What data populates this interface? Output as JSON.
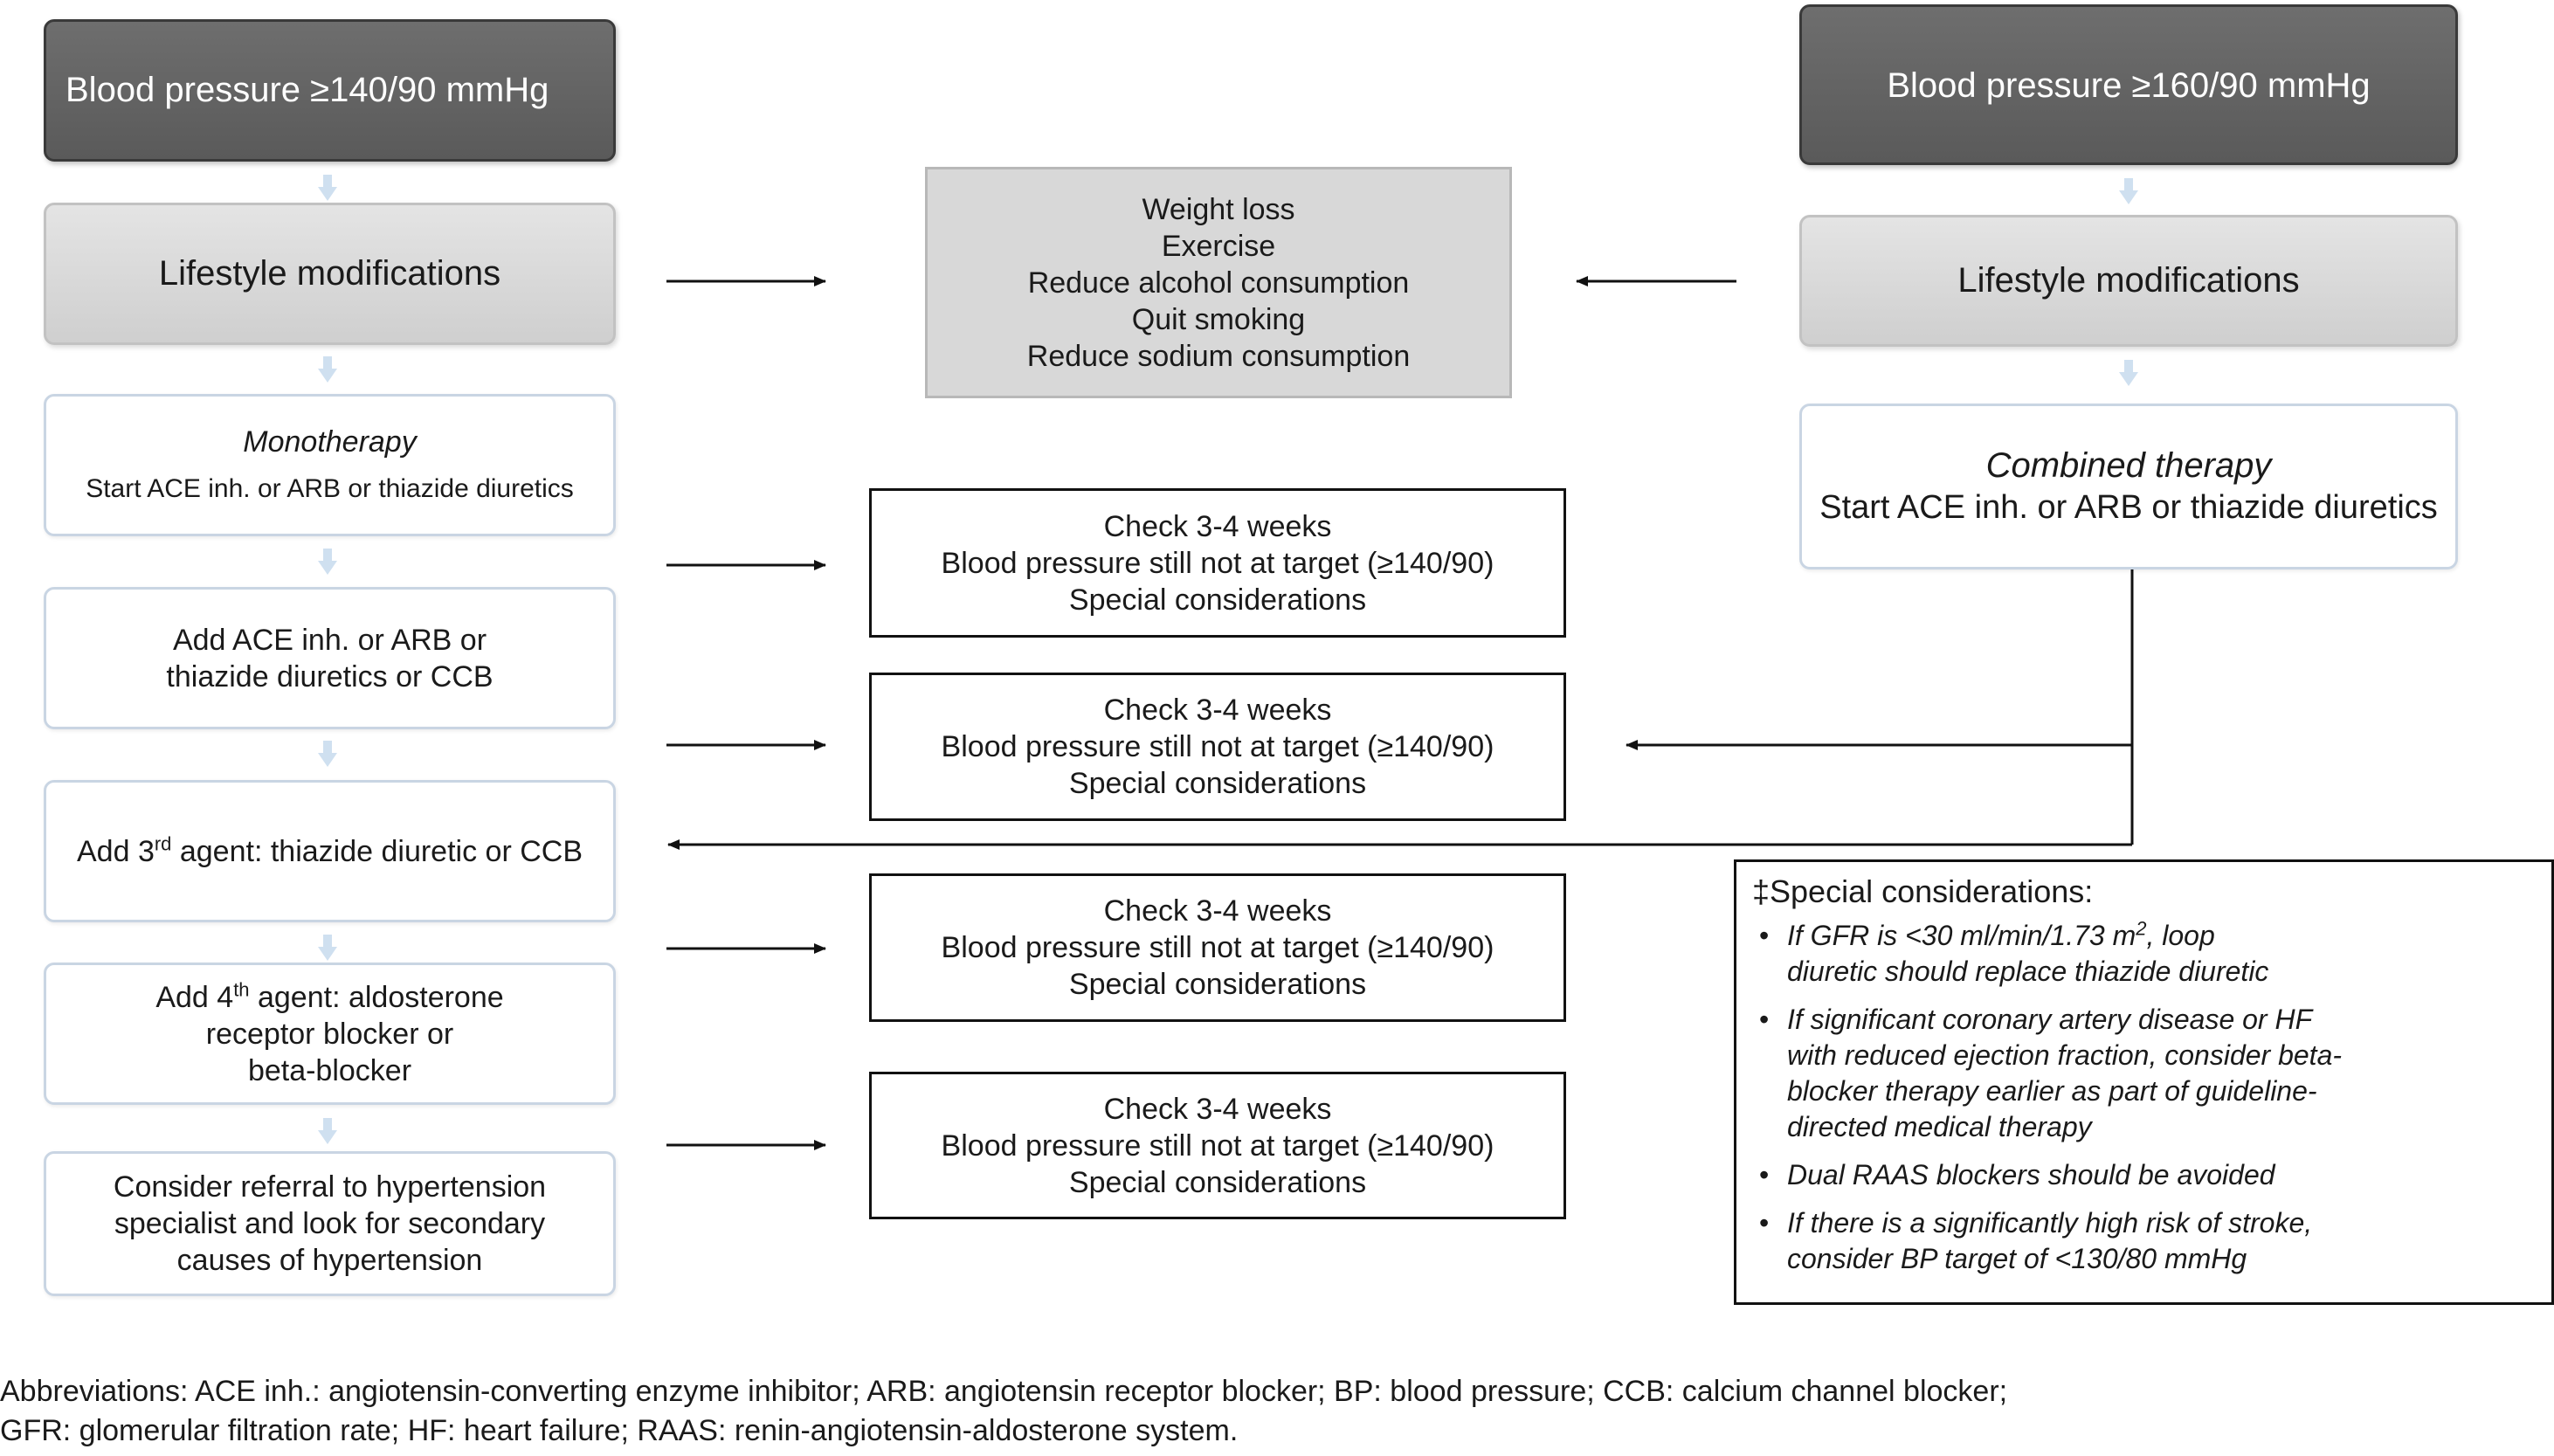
{
  "left": {
    "start": "Blood pressure ≥140/90 mmHg",
    "lifestyle": "Lifestyle modifications",
    "mono_title": "Monotherapy",
    "mono_text": "Start ACE inh. or ARB or thiazide diuretics",
    "add2_line1": "Add ACE inh. or ARB or",
    "add2_line2": "thiazide diuretics or CCB",
    "add3_pre": "Add 3",
    "add3_sup": "rd",
    "add3_post": " agent: thiazide diuretic or CCB",
    "add4_pre": "Add 4",
    "add4_sup": "th",
    "add4_post": " agent: aldosterone",
    "add4_line2": "receptor blocker or",
    "add4_line3": "beta-blocker",
    "refer_line1": "Consider referral to hypertension",
    "refer_line2": "specialist and look for secondary",
    "refer_line3": "causes of hypertension"
  },
  "center": {
    "lifestyle_items": [
      "Weight loss",
      "Exercise",
      "Reduce alcohol consumption",
      "Quit smoking",
      "Reduce sodium consumption"
    ],
    "checks": [
      {
        "l1": "Check 3-4 weeks",
        "l2": "Blood pressure still not at target (≥140/90)",
        "l3": "Special considerations"
      },
      {
        "l1": "Check 3-4 weeks",
        "l2": "Blood pressure still not at target (≥140/90)",
        "l3": "Special considerations"
      },
      {
        "l1": "Check 3-4 weeks",
        "l2": "Blood pressure still not at target (≥140/90)",
        "l3": "Special considerations"
      },
      {
        "l1": "Check 3-4 weeks",
        "l2": "Blood pressure still not at target (≥140/90)",
        "l3": "Special considerations"
      }
    ]
  },
  "right": {
    "start": "Blood pressure ≥160/90 mmHg",
    "lifestyle": "Lifestyle modifications",
    "combined_title": "Combined therapy",
    "combined_text": "Start ACE inh. or ARB or thiazide diuretics"
  },
  "special": {
    "title": "‡Special considerations:",
    "bullet_char": "•",
    "item1_pre": "If GFR is <30 ml/min/1.73 m",
    "item1_sup": "2",
    "item1_post": ", loop",
    "item1_line2": "diuretic should replace thiazide diuretic",
    "item2_lines": [
      "If significant coronary artery disease or HF",
      "with reduced ejection fraction, consider beta-",
      "blocker therapy earlier as part of guideline-",
      "directed medical therapy"
    ],
    "item3": "Dual RAAS blockers should be avoided",
    "item4_lines": [
      "If there is a significantly high risk of stroke,",
      "consider BP target of <130/80 mmHg"
    ]
  },
  "abbreviations": {
    "line1": "Abbreviations: ACE inh.: angiotensin-converting enzyme inhibitor; ARB: angiotensin receptor blocker; BP: blood pressure; CCB: calcium channel blocker;",
    "line2": "GFR: glomerular filtration rate; HF: heart failure; RAAS: renin-angiotensin-aldosterone system."
  },
  "colors": {
    "dark_box": "#646464",
    "light_box": "#d8d8d8",
    "step_border": "#c9d5e3",
    "down_arrow": "#cfe0f0",
    "connector": "#111111"
  }
}
